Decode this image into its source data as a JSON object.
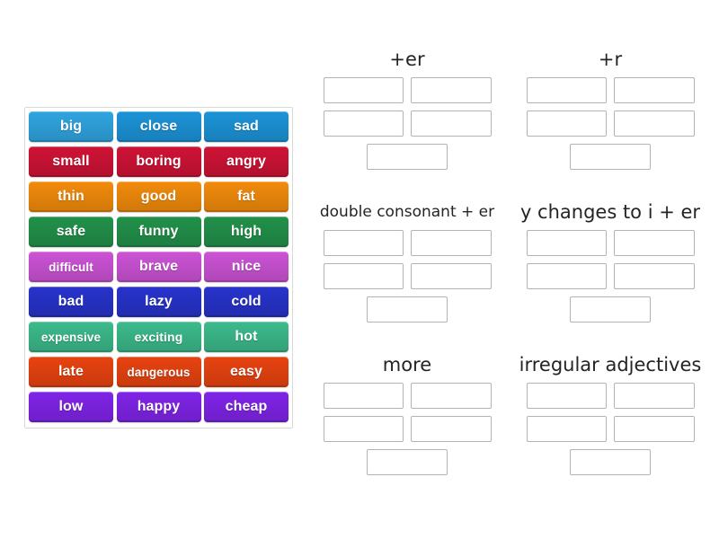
{
  "activity": {
    "type": "group-sort",
    "word_bank": {
      "rows": [
        {
          "tiles": [
            {
              "label": "big",
              "color": "#30a5e0"
            },
            {
              "label": "close",
              "color": "#1c94d8"
            },
            {
              "label": "sad",
              "color": "#1c94d8"
            }
          ]
        },
        {
          "tiles": [
            {
              "label": "small",
              "color": "#cf1336"
            },
            {
              "label": "boring",
              "color": "#cf1336"
            },
            {
              "label": "angry",
              "color": "#cf1336"
            }
          ]
        },
        {
          "tiles": [
            {
              "label": "thin",
              "color": "#f28b0c"
            },
            {
              "label": "good",
              "color": "#f28b0c"
            },
            {
              "label": "fat",
              "color": "#f28b0c"
            }
          ]
        },
        {
          "tiles": [
            {
              "label": "safe",
              "color": "#22914a"
            },
            {
              "label": "funny",
              "color": "#22914a"
            },
            {
              "label": "high",
              "color": "#22914a"
            }
          ]
        },
        {
          "tiles": [
            {
              "label": "difficult",
              "color": "#cc53d6"
            },
            {
              "label": "brave",
              "color": "#cc53d6"
            },
            {
              "label": "nice",
              "color": "#cc53d6"
            }
          ]
        },
        {
          "tiles": [
            {
              "label": "bad",
              "color": "#2733cc"
            },
            {
              "label": "lazy",
              "color": "#2733cc"
            },
            {
              "label": "cold",
              "color": "#2733cc"
            }
          ]
        },
        {
          "tiles": [
            {
              "label": "expensive",
              "color": "#3cba8c"
            },
            {
              "label": "exciting",
              "color": "#3cba8c"
            },
            {
              "label": "hot",
              "color": "#3cba8c"
            }
          ]
        },
        {
          "tiles": [
            {
              "label": "late",
              "color": "#e84310"
            },
            {
              "label": "dangerous",
              "color": "#e84310"
            },
            {
              "label": "easy",
              "color": "#e84310"
            }
          ]
        },
        {
          "tiles": [
            {
              "label": "low",
              "color": "#8024e8"
            },
            {
              "label": "happy",
              "color": "#8024e8"
            },
            {
              "label": "cheap",
              "color": "#8024e8"
            }
          ]
        }
      ]
    },
    "categories": [
      {
        "title": "+er",
        "slots": 5,
        "shrink": false
      },
      {
        "title": "+r",
        "slots": 5,
        "shrink": false
      },
      {
        "title": "double consonant + er",
        "slots": 5,
        "shrink": true
      },
      {
        "title": "y changes to i + er",
        "slots": 5,
        "shrink": false
      },
      {
        "title": "more",
        "slots": 5,
        "shrink": false
      },
      {
        "title": "irregular adjectives",
        "slots": 5,
        "shrink": false
      }
    ]
  },
  "colors": {
    "background": "#ffffff",
    "slot_border": "#b3b3b3",
    "bank_border": "#d9d9d9",
    "title_text": "#242424",
    "tile_text": "#ffffff"
  }
}
